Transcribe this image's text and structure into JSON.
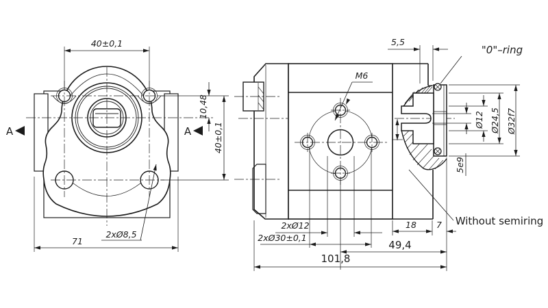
{
  "drawing": {
    "colors": {
      "line": "#1b1b1b",
      "background": "#ffffff"
    },
    "left_view": {
      "dim_hole_spacing_top": "40±0,1",
      "dim_center_offset": "10,48",
      "dim_hole_spacing_side": "40±0,1",
      "section_label_left": "A",
      "section_label_right": "A",
      "hole_callout": "2xØ8,5",
      "dim_body_width": "71"
    },
    "side_view": {
      "dim_groove_depth": "5,5",
      "thread_callout": "M6",
      "dim_port_holes": "2xØ12",
      "dim_bolt_circle": "2xØ30±0,1",
      "dim_rear_cover": "18",
      "dim_flange_plate": "7",
      "dim_rear_length": "49,4",
      "dim_total_length": "101,8"
    },
    "detail_view": {
      "oring_label": "\"0\"–ring",
      "dim_shaft": "Ø12",
      "dim_spigot": "Ø24,5",
      "dim_pilot": "Ø32f7",
      "dim_key": "5e9",
      "note": "Without semiring"
    }
  }
}
